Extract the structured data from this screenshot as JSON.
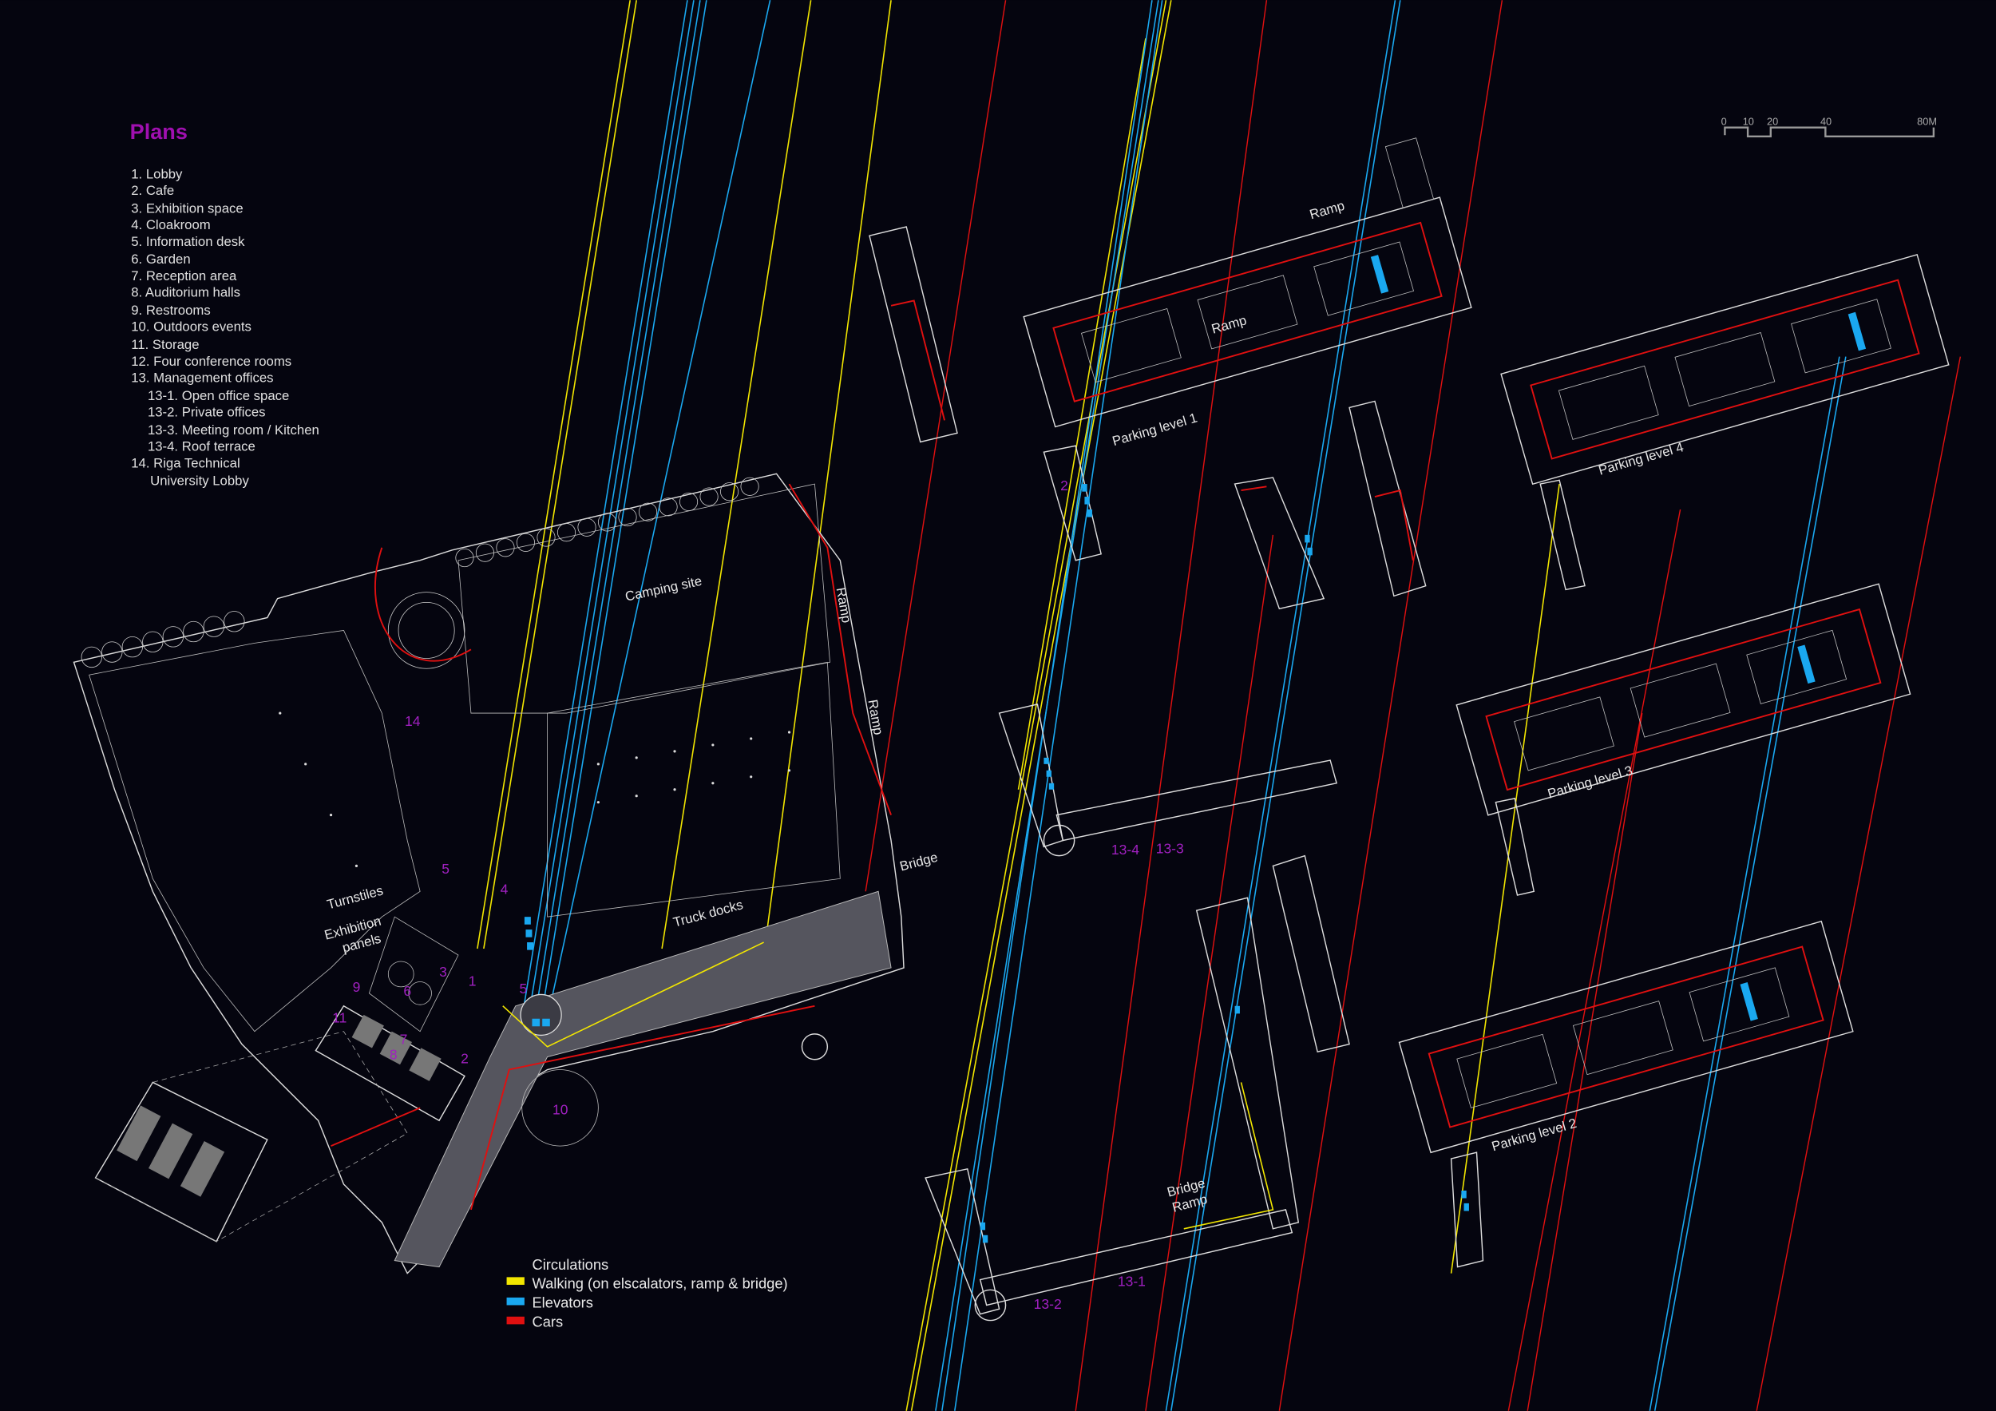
{
  "title": "Plans",
  "legend_items": [
    "1.  Lobby",
    "2. Cafe",
    "3. Exhibition space",
    "4. Cloakroom",
    "5. Information desk",
    "6. Garden",
    "7. Reception area",
    "8. Auditorium halls",
    "9. Restrooms",
    "10. Outdoors events",
    "11. Storage",
    "12. Four conference rooms",
    "13. Management offices",
    "13-1. Open office space",
    "13-2. Private offices",
    "13-3. Meeting room / Kitchen",
    "13-4. Roof terrace",
    "14. Riga Technical",
    "University Lobby"
  ],
  "scale_bar": {
    "ticks": [
      "0",
      "10",
      "20",
      "40",
      "80M"
    ]
  },
  "circulations": {
    "title": "Circulations",
    "items": [
      {
        "label": "Walking (on elscalators, ramp & bridge)",
        "color": "#f2e600"
      },
      {
        "label": "Elevators",
        "color": "#1aa8f0"
      },
      {
        "label": "Cars",
        "color": "#e01010"
      }
    ]
  },
  "site_labels": {
    "camping_site": "Camping site",
    "ramp_1": "Ramp",
    "ramp_2": "Ramp",
    "bridge": "Bridge",
    "truck_docks": "Truck docks",
    "turnstiles": "Turnstiles",
    "exhibition_panels_1": "Exhibition",
    "exhibition_panels_2": "panels"
  },
  "room_numbers": {
    "n1": "1",
    "n2": "2",
    "n3": "3",
    "n4": "4",
    "n5a": "5",
    "n5b": "5",
    "n6": "6",
    "n7": "7",
    "n8": "8",
    "n9": "9",
    "n10": "10",
    "n11": "11",
    "n14": "14",
    "cafe2": "2",
    "o13_4": "13-4",
    "o13_3": "13-3",
    "o13_2": "13-2",
    "o13_1": "13-1"
  },
  "parking": {
    "level1": "Parking level 1",
    "level2": "Parking level 2",
    "level3": "Parking level 3",
    "level4": "Parking level 4",
    "ramp_top": "Ramp",
    "ramp_inner": "Ramp"
  },
  "office_labels": {
    "bridge": "Bridge",
    "ramp": "Ramp"
  }
}
